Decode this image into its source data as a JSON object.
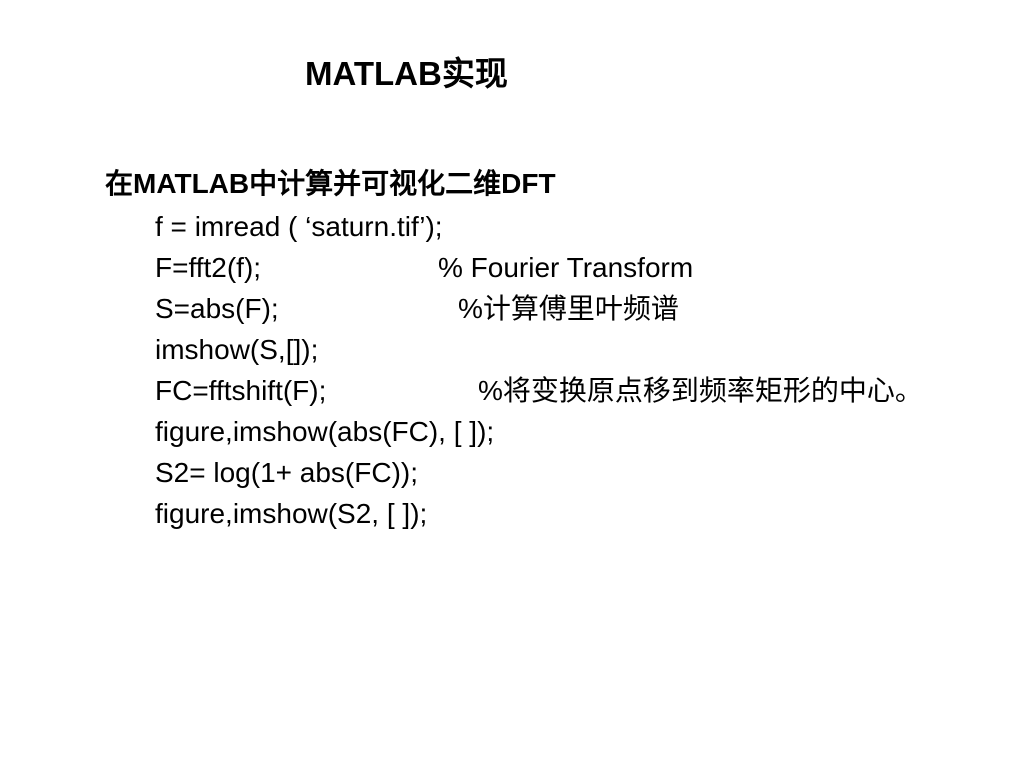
{
  "slide": {
    "title": "MATLAB实现",
    "heading": "在MATLAB中计算并可视化二维DFT",
    "lines": [
      {
        "code": "f = imread ( ‘saturn.tif’);",
        "comment": ""
      },
      {
        "code": "F=fft2(f);",
        "comment": "% Fourier Transform"
      },
      {
        "code": "S=abs(F);",
        "comment": "%计算傅里叶频谱"
      },
      {
        "code": "imshow(S,[]);",
        "comment": ""
      },
      {
        "code": "FC=fftshift(F);",
        "comment": "%将变换原点移到频率矩形的中心。"
      },
      {
        "code": "figure,imshow(abs(FC), [ ]);",
        "comment": ""
      },
      {
        "code": "S2= log(1+ abs(FC));",
        "comment": ""
      },
      {
        "code": "figure,imshow(S2, [ ]);",
        "comment": ""
      }
    ]
  }
}
